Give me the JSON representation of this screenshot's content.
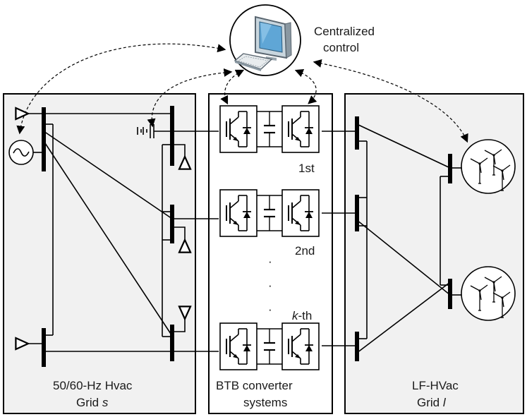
{
  "control": {
    "label_line1": "Centralized",
    "label_line2": "control"
  },
  "grid_s": {
    "label_line1": "50/60-Hz Hvac",
    "label_line2_prefix": "Grid ",
    "label_line2_var": "s"
  },
  "btb": {
    "label_line1": "BTB converter",
    "label_line2": "systems",
    "unit_labels": [
      "1st",
      "2nd"
    ],
    "kth_var": "k",
    "kth_suffix": "-th",
    "dots": "·"
  },
  "grid_l": {
    "label_line1": "LF-HVac",
    "label_line2_prefix": "Grid ",
    "label_line2_var": "l"
  },
  "colors": {
    "panel_fill": "#f1f1f1",
    "line": "#000000",
    "gray_wire": "#777777"
  }
}
